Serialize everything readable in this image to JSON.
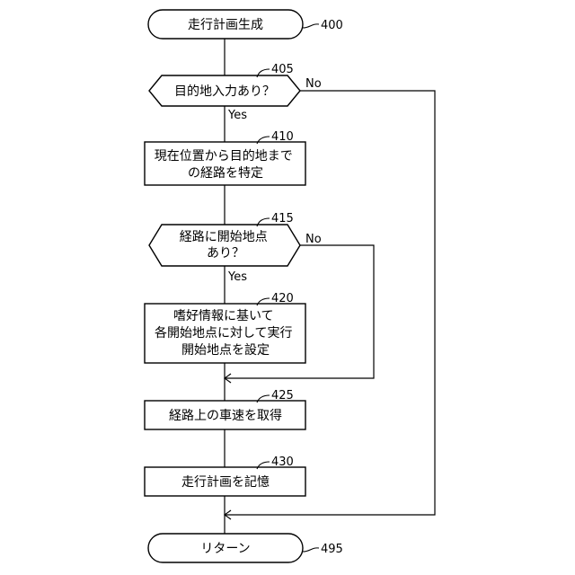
{
  "nodes": {
    "n400": {
      "label": "走行計画生成",
      "ref": "400"
    },
    "n405": {
      "label": "目的地入力あり？",
      "ref": "405"
    },
    "n410": {
      "label_lines": [
        "現在位置から目的地まで",
        "の経路を特定"
      ],
      "ref": "410"
    },
    "n415": {
      "label_lines": [
        "経路に開始地点",
        "あり？"
      ],
      "ref": "415"
    },
    "n420": {
      "label_lines": [
        "嗜好情報に基いて",
        "各開始地点に対して実行",
        "開始地点を設定"
      ],
      "ref": "420"
    },
    "n425": {
      "label": "経路上の車速を取得",
      "ref": "425"
    },
    "n430": {
      "label": "走行計画を記憶",
      "ref": "430"
    },
    "n495": {
      "label": "リターン",
      "ref": "495"
    }
  },
  "branches": {
    "d405_yes": "Yes",
    "d405_no": "No",
    "d415_yes": "Yes",
    "d415_no": "No"
  }
}
